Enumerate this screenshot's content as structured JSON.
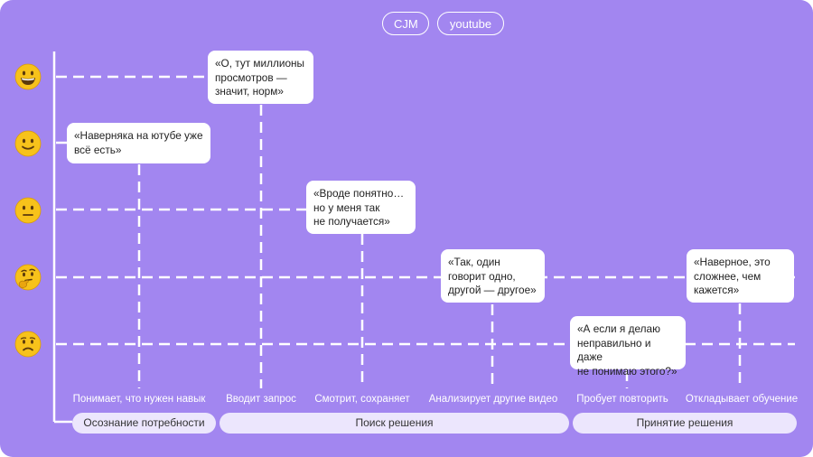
{
  "tags": {
    "cjm": "CJM",
    "youtube": "youtube"
  },
  "emotions": [
    {
      "name": "grinning-face-icon"
    },
    {
      "name": "slightly-smiling-face-icon"
    },
    {
      "name": "neutral-face-icon"
    },
    {
      "name": "thinking-face-icon"
    },
    {
      "name": "worried-face-icon"
    }
  ],
  "quotes": [
    "«О, тут миллионы\nпросмотров —\nзначит, норм»",
    "«Наверняка на ютубе уже\nвсё есть»",
    "«Вроде понятно…\nно у меня так\nне получается»",
    "«Так, один\nговорит одно,\nдругой — другое»",
    "«Наверное, это\nсложнее, чем\nкажется»",
    "«А если я делаю\nнеправильно и даже\nне понимаю этого?»"
  ],
  "steps": [
    "Понимает, что нужен навык",
    "Вводит запрос",
    "Смотрит, сохраняет",
    "Анализирует другие видео",
    "Пробует повторить",
    "Откладывает обучение"
  ],
  "phases": [
    "Осознание потребности",
    "Поиск решения",
    "Принятие решения"
  ],
  "colors": {
    "background": "#a286f0",
    "bubble": "#ffffff",
    "phase_pill": "#ece6fd",
    "emoji": "#f7c21b"
  }
}
